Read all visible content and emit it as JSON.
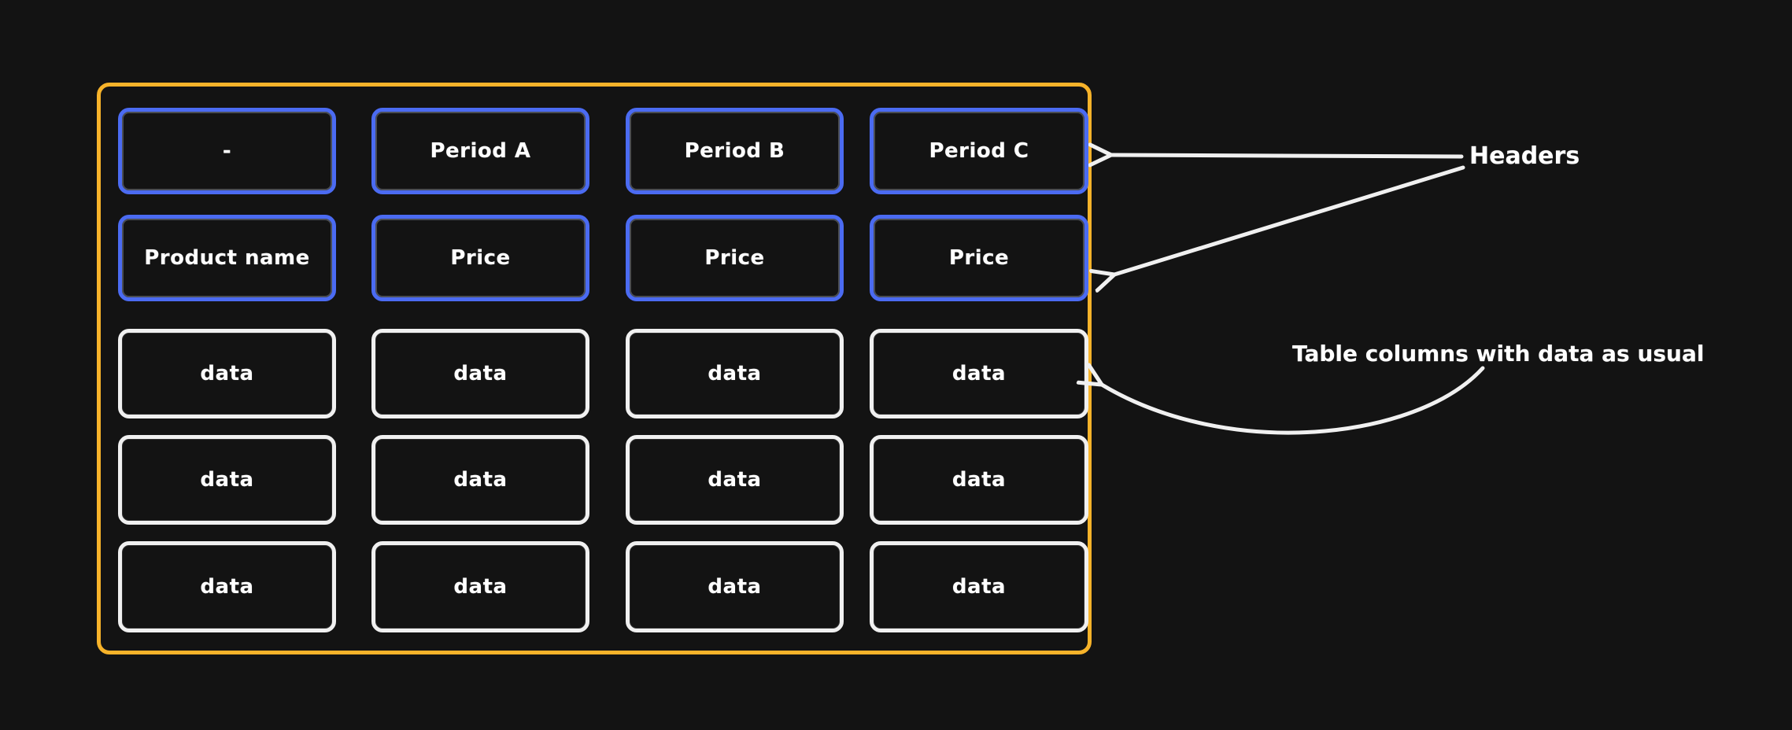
{
  "colors": {
    "background": "#131313",
    "accent-blue": "#4b6bf2",
    "accent-orange": "#f7b32a",
    "stroke-white": "#f0f0f0",
    "text": "#ffffff"
  },
  "diagram": {
    "table": {
      "rows": [
        {
          "type": "header",
          "cells": [
            "-",
            "Period A",
            "Period B",
            "Period C"
          ]
        },
        {
          "type": "header",
          "cells": [
            "Product name",
            "Price",
            "Price",
            "Price"
          ]
        },
        {
          "type": "data",
          "cells": [
            "data",
            "data",
            "data",
            "data"
          ]
        },
        {
          "type": "data",
          "cells": [
            "data",
            "data",
            "data",
            "data"
          ]
        },
        {
          "type": "data",
          "cells": [
            "data",
            "data",
            "data",
            "data"
          ]
        }
      ]
    },
    "annotations": {
      "headers_label": "Headers",
      "data_label": "Table columns with data as usual"
    }
  }
}
